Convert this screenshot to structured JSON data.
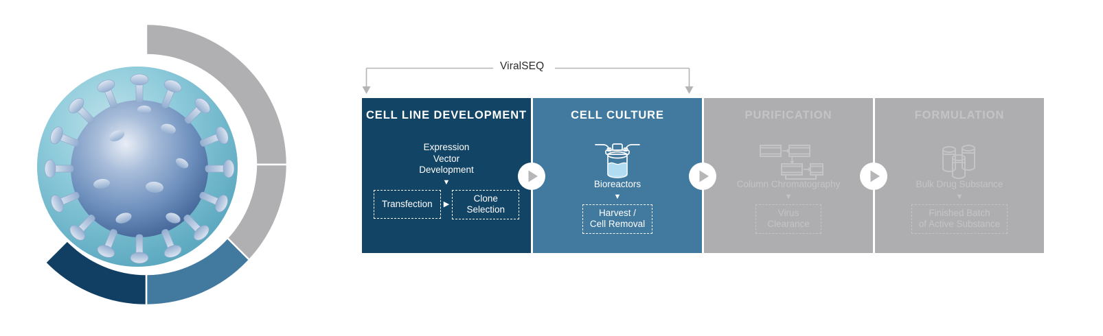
{
  "palette": {
    "dark_navy": "#124466",
    "mid_blue": "#41799f",
    "gray": "#aeaeb1",
    "gray_text": "#c4c4c7",
    "bracket_gray": "#b4b4b4",
    "white": "#ffffff",
    "virus_outer_teal": "#7ec4d4",
    "virus_core_blue": "#5f86b6"
  },
  "bracket": {
    "label": "ViralSEQ",
    "icon": "bracket-with-down-arrows"
  },
  "virus": {
    "icon": "virus-particle-with-donut-chart",
    "donut_segments": [
      {
        "name": "segment-gray-top",
        "color": "#b0b0b3",
        "start_deg": 0,
        "end_deg": 90
      },
      {
        "name": "segment-gray-right",
        "color": "#b0b0b3",
        "start_deg": 90,
        "end_deg": 137
      },
      {
        "name": "segment-blue",
        "color": "#41799f",
        "start_deg": 137,
        "end_deg": 180
      },
      {
        "name": "segment-navy",
        "color": "#113f63",
        "start_deg": 180,
        "end_deg": 270
      }
    ]
  },
  "stages": [
    {
      "id": "cell-line-development",
      "theme": "dark",
      "title": "CELL LINE\nDEVELOPMENT",
      "icon": "",
      "icon_name": "none",
      "caption": "Expression\nVector\nDevelopment",
      "caret": "▼",
      "sub_steps": [
        {
          "label": "Transfection"
        },
        {
          "label": "Clone\nSelection"
        }
      ],
      "sub_separator": "▶"
    },
    {
      "id": "cell-culture",
      "theme": "mid",
      "title": "CELL CULTURE",
      "icon_name": "bioreactor-icon",
      "caption": "Bioreactors",
      "caret": "▼",
      "sub_steps": [
        {
          "label": "Harvest /\nCell Removal"
        }
      ],
      "sub_separator": ""
    },
    {
      "id": "purification",
      "theme": "gray",
      "title": "PURIFICATION",
      "icon_name": "column-chromatography-icon",
      "caption": "Column Chromatography",
      "caret": "▼",
      "sub_steps": [
        {
          "label": "Virus\nClearance"
        }
      ],
      "sub_separator": ""
    },
    {
      "id": "formulation",
      "theme": "gray",
      "title": "FORMULATION",
      "icon_name": "vials-icon",
      "caption": "Bulk Drug Substance",
      "caret": "▼",
      "sub_steps": [
        {
          "label": "Finished Batch\nof Active Substance"
        }
      ],
      "sub_separator": ""
    }
  ],
  "connectors": [
    {
      "name": "connector-play-1",
      "icon": "play-circle-icon"
    },
    {
      "name": "connector-play-2",
      "icon": "play-circle-icon"
    },
    {
      "name": "connector-play-3",
      "icon": "play-circle-icon"
    }
  ]
}
